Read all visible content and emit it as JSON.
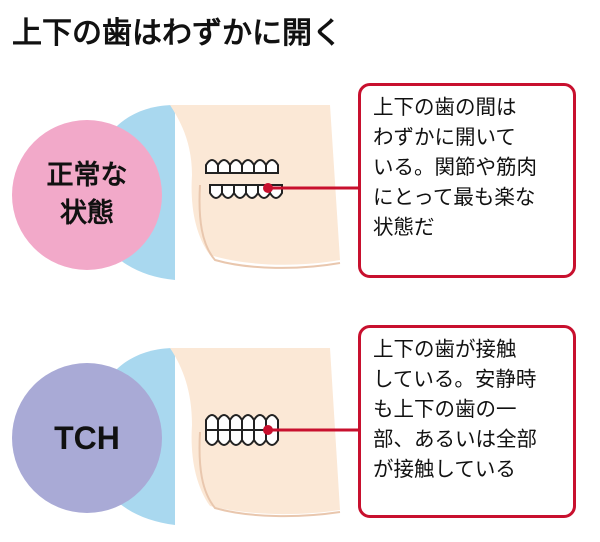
{
  "title": "上下の歯はわずかに開く",
  "panels": [
    {
      "label": "正常な\n状態",
      "description": "上下の歯の間は\nわずかに開いて\nいる。関節や筋肉\nにとって最も楽な\n状態だ"
    },
    {
      "label": "TCH",
      "description": "上下の歯が接触\nしている。安静時\nも上下の歯の一\n部、あるいは全部\nが接触している"
    }
  ],
  "colors": {
    "face_fill": "#fbe8d6",
    "head_back": "#a9d8ef",
    "normal_circle": "#f2a9c9",
    "tch_circle": "#a9aad6",
    "accent_red": "#c8102e",
    "outline": "#222222"
  }
}
